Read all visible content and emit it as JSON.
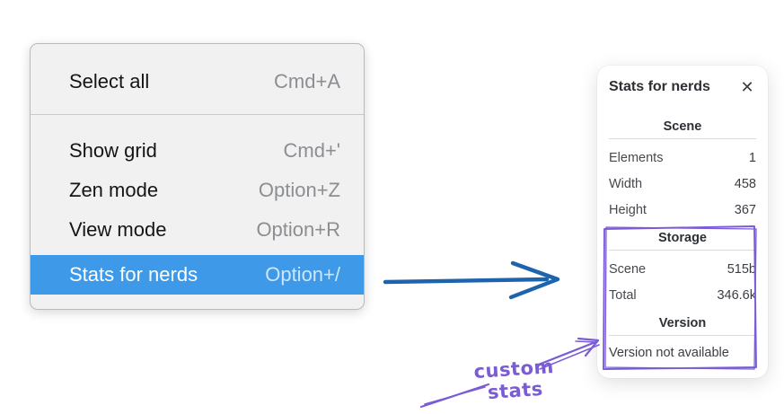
{
  "colors": {
    "menu-highlight": "#3e9ae9",
    "menu-highlight-text": "#ffffff",
    "arrow-blue": "#1e63ad",
    "annotation-purple": "#7a5dd4"
  },
  "icons": {
    "close": "✕"
  },
  "menu": {
    "items": [
      {
        "label": "Select all",
        "shortcut": "Cmd+A"
      },
      {
        "label": "Show grid",
        "shortcut": "Cmd+'"
      },
      {
        "label": "Zen mode",
        "shortcut": "Option+Z"
      },
      {
        "label": "View mode",
        "shortcut": "Option+R"
      },
      {
        "label": "Stats for nerds",
        "shortcut": "Option+/",
        "highlighted": true
      }
    ]
  },
  "panel": {
    "title": "Stats for nerds",
    "sections": [
      {
        "title": "Scene",
        "rows": [
          {
            "label": "Elements",
            "value": "1"
          },
          {
            "label": "Width",
            "value": "458"
          },
          {
            "label": "Height",
            "value": "367"
          }
        ]
      },
      {
        "title": "Storage",
        "rows": [
          {
            "label": "Scene",
            "value": "515b"
          },
          {
            "label": "Total",
            "value": "346.6k"
          }
        ]
      },
      {
        "title": "Version",
        "note": "Version not available"
      }
    ]
  },
  "annotation": {
    "label": "custom stats"
  }
}
